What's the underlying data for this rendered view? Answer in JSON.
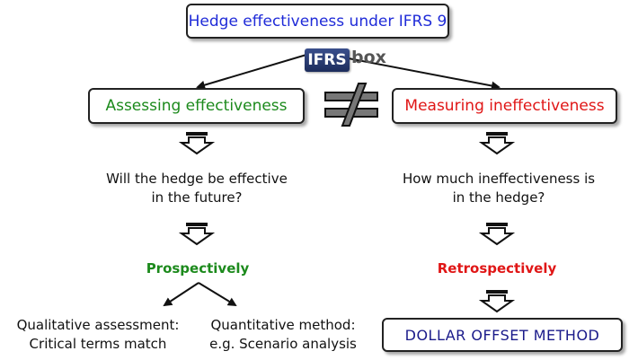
{
  "title": "Hedge effectiveness under IFRS 9",
  "logo": {
    "left_text": "IFRS",
    "right_text": "box"
  },
  "not_equal_symbol": "≠",
  "left": {
    "heading": "Assessing effectiveness",
    "question_line1": "Will the hedge be effective",
    "question_line2": "in the future?",
    "approach": "Prospectively",
    "option1_line1": "Qualitative assessment:",
    "option1_line2": "Critical terms match",
    "option2_line1": "Quantitative method:",
    "option2_line2": "e.g. Scenario analysis"
  },
  "right": {
    "heading": "Measuring ineffectiveness",
    "question_line1": "How much ineffectiveness is",
    "question_line2": "in the hedge?",
    "approach": "Retrospectively",
    "method": "DOLLAR OFFSET METHOD"
  },
  "colors": {
    "title": "#1f2bd8",
    "assess": "#1c8a1c",
    "measure": "#e01616",
    "method": "#1a1a8a"
  }
}
